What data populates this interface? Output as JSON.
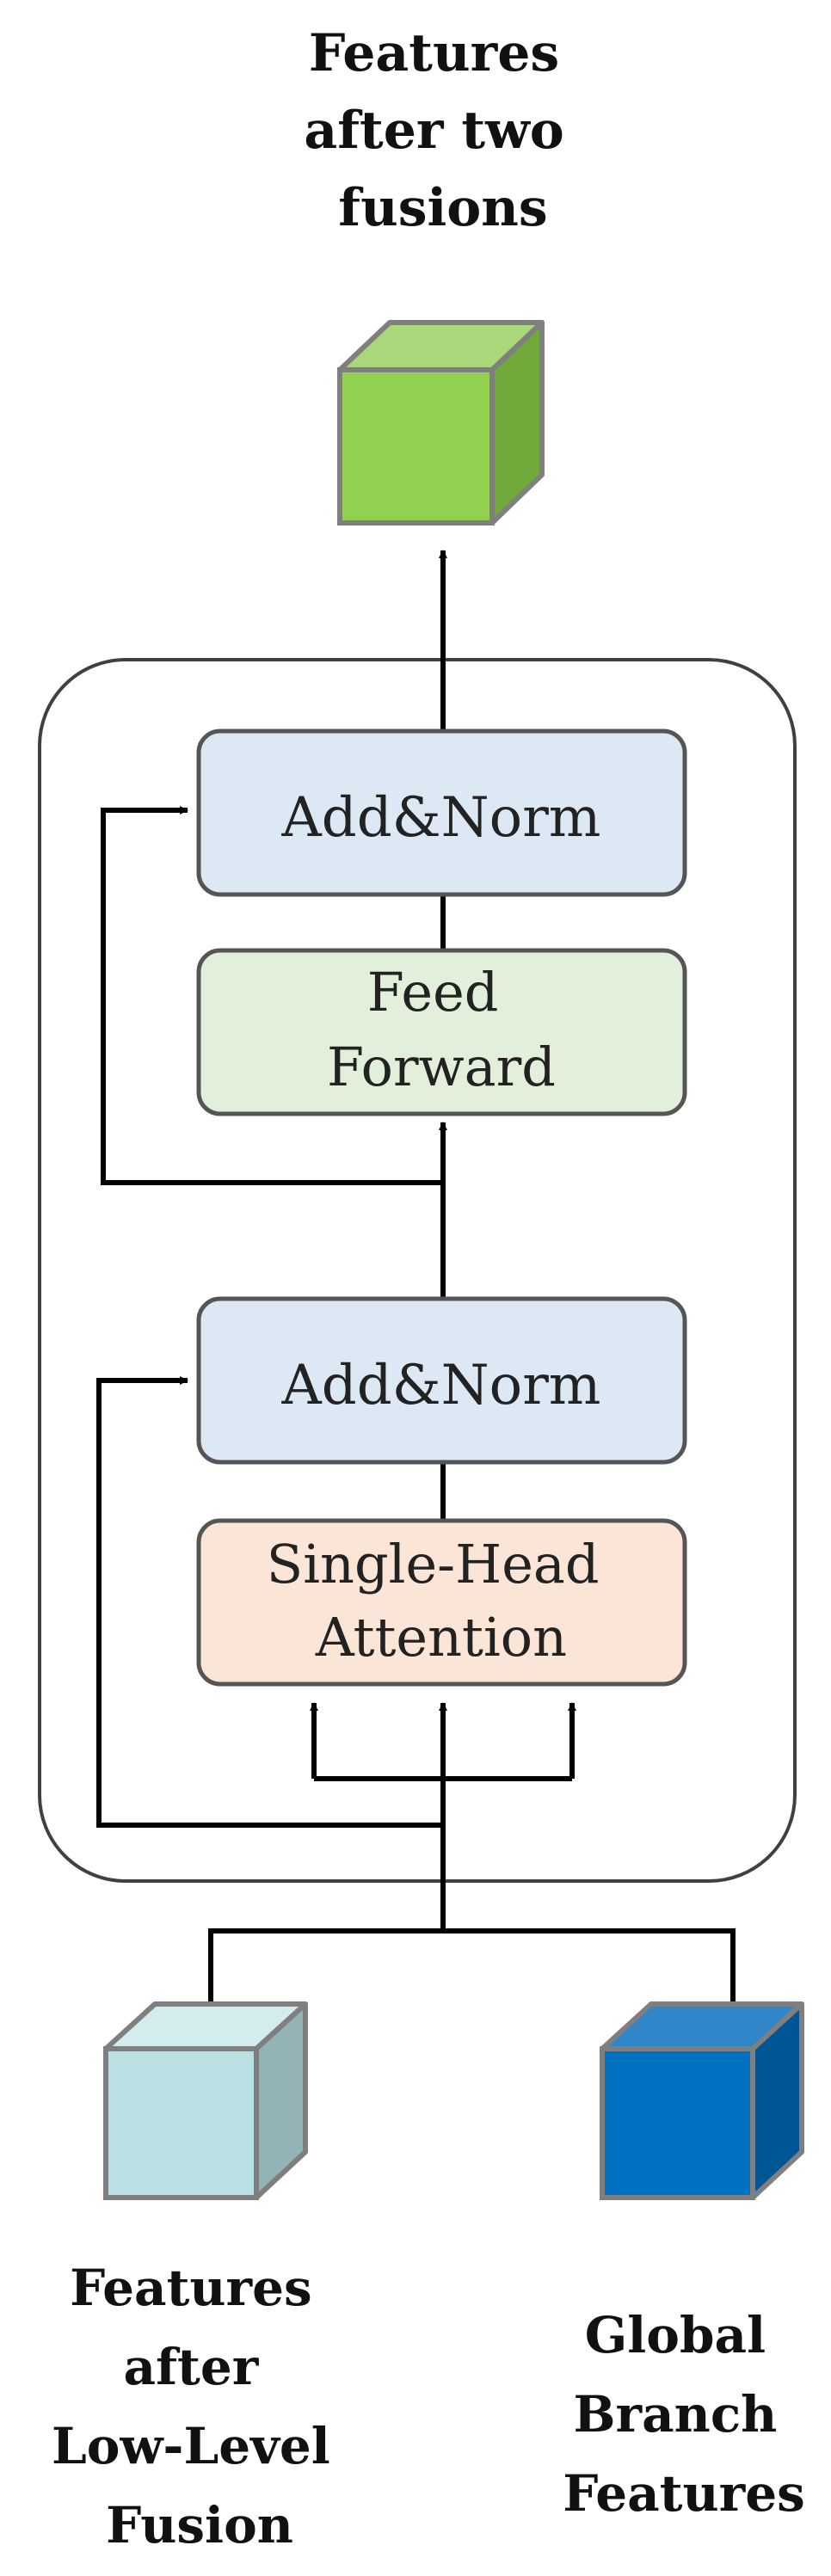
{
  "top_output": {
    "lines": [
      "Features",
      "after two",
      "fusions"
    ]
  },
  "blocks": {
    "add_norm_top": "Add&Norm",
    "feed_forward": [
      "Feed",
      "Forward"
    ],
    "add_norm_bottom": "Add&Norm",
    "attention": [
      "Single-Head",
      "Attention"
    ]
  },
  "inputs": {
    "left": {
      "lines": [
        "Features",
        "after",
        "Low-Level",
        "Fusion"
      ]
    },
    "right": {
      "lines": [
        "Global",
        "Branch",
        "Features"
      ]
    }
  },
  "colors": {
    "add_norm_fill": "#dde8f5",
    "feed_forward_fill": "#e2efda",
    "attention_fill": "#fbe5d6",
    "box_stroke": "#555555",
    "output_cube": "#92d050",
    "left_cube": "#b9e0e3",
    "right_cube": "#0070c0"
  }
}
